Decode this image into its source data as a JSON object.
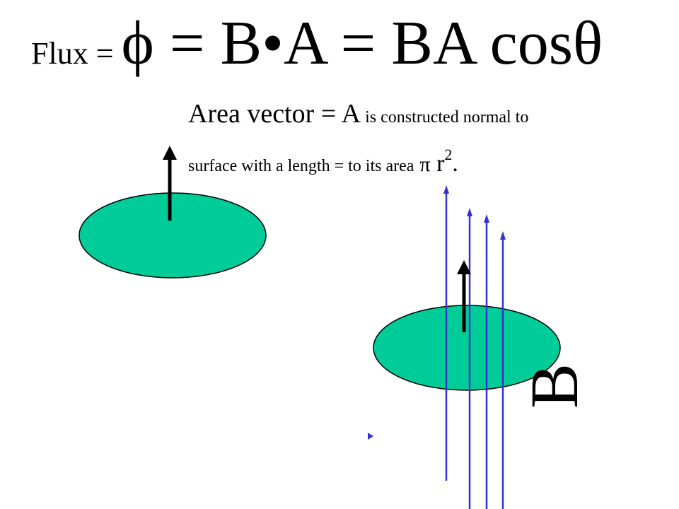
{
  "title": {
    "prefix": "Flux = ",
    "formula": "ϕ = B•A = BA cosθ"
  },
  "caption": {
    "line1_large": "Area vector = A",
    "line1_small": " is constructed normal to",
    "line2_small": "surface with a length = to its area",
    "line2_pi": "π",
    "line2_r": " r",
    "line2_exp": "2",
    "line2_end": "."
  },
  "field_label": "B",
  "colors": {
    "disk_fill": "#00CC99",
    "disk_stroke": "#000000",
    "field_lines": "#3333CC",
    "area_arrows": "#000000"
  }
}
